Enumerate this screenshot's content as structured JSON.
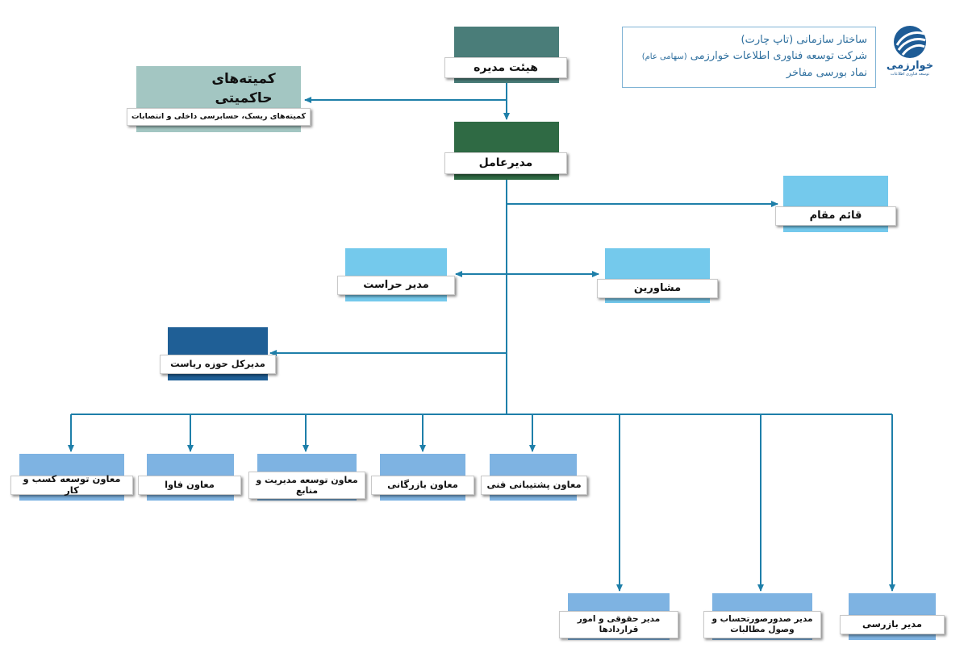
{
  "info": {
    "line1": "ساختار سازمانی",
    "line1_note": "(تاپ چارت)",
    "line2": "شرکت توسعه فناوری اطلاعات خوارزمی",
    "line2_note": "(سهامی عام)",
    "line3": "نماد بورسی مفاخر"
  },
  "logo": {
    "name": "خوارزمی",
    "tagline": "توسعه فناوری اطلاعات",
    "icon": "globe-logo-icon"
  },
  "colors": {
    "teal_dark": "#4a7d79",
    "green_dark": "#2f6a44",
    "sage": "#a3c6c2",
    "sky": "#74c9ec",
    "navy": "#1f5f96",
    "light_blue": "#7eb3e2",
    "connector": "#1e7fa9"
  },
  "nodes": {
    "board": "هیئت مدیره",
    "committees_title": "کمیته‌های حاکمیتی",
    "committees_sub": "کمیته‌های ریسک، حسابرسی داخلی و انتصابات",
    "ceo": "مدیرعامل",
    "deputy": "قائم مقام",
    "security": "مدیر حراست",
    "advisors": "مشاورین",
    "presidency": "مدیرکل حوزه ریاست",
    "vp_tech": "معاون پشتیبانی فنی",
    "vp_commerce": "معاون بازرگانی",
    "vp_resources": "معاون توسعه مدیریت و منابع",
    "vp_ict": "معاون فاوا",
    "vp_business": "معاون توسعه کسب و کار",
    "mgr_legal": "مدیر حقوقی و امور قراردادها",
    "mgr_billing": "مدیر صدورصورتحساب و وصول مطالبات",
    "mgr_audit": "مدیر بازرسی"
  }
}
